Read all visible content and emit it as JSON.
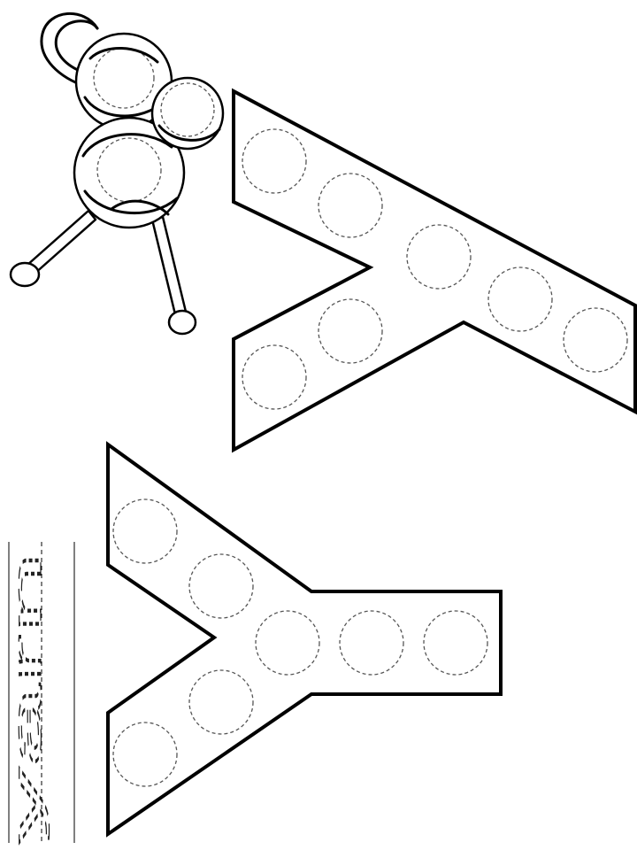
{
  "worksheet": {
    "trace_word": "yarn",
    "colors": {
      "outline": "#000000",
      "dot": "#555555",
      "background": "#ffffff"
    },
    "icons": [
      "yarn-ball-icon",
      "knitting-needle-icon"
    ],
    "uppercase_letter": {
      "dot_count": 7
    },
    "lowercase_letter": {
      "dot_count": 7
    }
  }
}
